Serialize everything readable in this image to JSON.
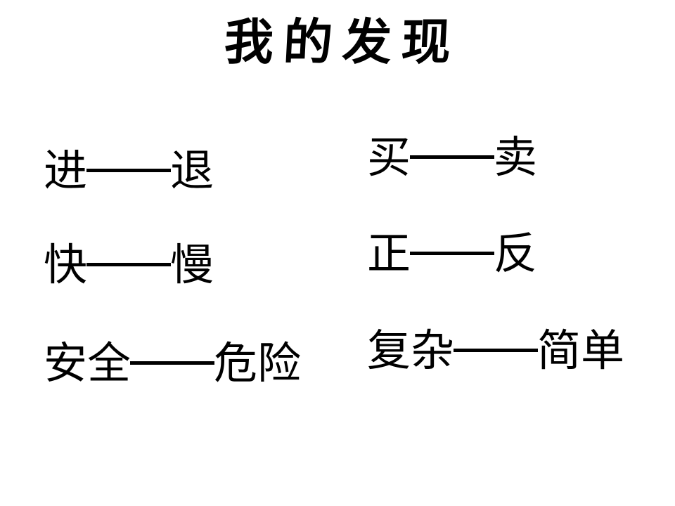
{
  "slide": {
    "title": "我的发现",
    "background_color": "#ffffff",
    "text_color": "#000000"
  },
  "columns": [
    {
      "name": "left-column",
      "pairs": [
        {
          "left_word": "进",
          "connector": "——",
          "right_word": "退"
        },
        {
          "left_word": "快",
          "connector": "——",
          "right_word": "慢"
        },
        {
          "left_word": "安全",
          "connector": "——",
          "right_word": "危险"
        }
      ]
    },
    {
      "name": "right-column",
      "pairs": [
        {
          "left_word": "买",
          "connector": "——",
          "right_word": "卖"
        },
        {
          "left_word": "正",
          "connector": "——",
          "right_word": "反"
        },
        {
          "left_word": "复杂",
          "connector": "——",
          "right_word": "简单"
        }
      ]
    }
  ]
}
